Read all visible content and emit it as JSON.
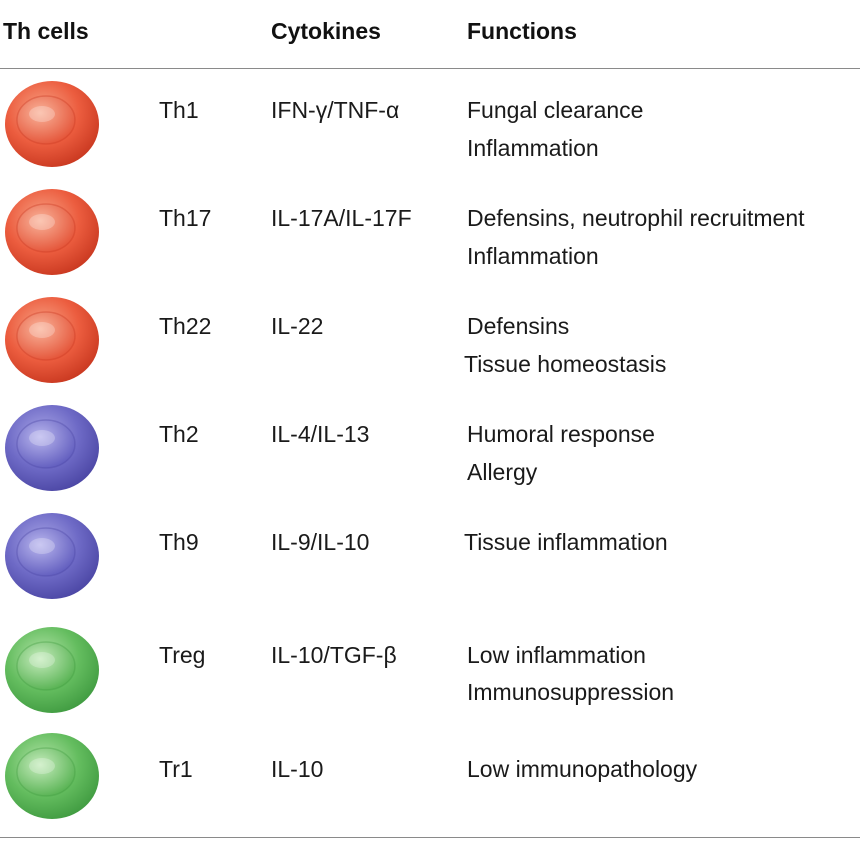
{
  "header": {
    "th_cells": "Th cells",
    "cytokines": "Cytokines",
    "functions": "Functions"
  },
  "colors": {
    "red": "#e8553a",
    "purple": "#6a66c0",
    "green": "#5cb85c"
  },
  "rows": [
    {
      "name": "Th1",
      "cytokines": "IFN-γ/TNF-α",
      "functions": [
        "Fungal clearance",
        "Inflammation"
      ],
      "color": "red"
    },
    {
      "name": "Th17",
      "cytokines": "IL-17A/IL-17F",
      "functions": [
        "Defensins, neutrophil recruitment",
        "Inflammation"
      ],
      "color": "red"
    },
    {
      "name": "Th22",
      "cytokines": "IL-22",
      "functions": [
        "Defensins",
        "Tissue homeostasis"
      ],
      "color": "red"
    },
    {
      "name": "Th2",
      "cytokines": "IL-4/IL-13",
      "functions": [
        "Humoral response",
        "Allergy"
      ],
      "color": "purple"
    },
    {
      "name": "Th9",
      "cytokines": "IL-9/IL-10",
      "functions": [
        "Tissue inflammation"
      ],
      "color": "purple"
    },
    {
      "name": "Treg",
      "cytokines": "IL-10/TGF-β",
      "functions": [
        "Low inflammation",
        "Immunosuppression"
      ],
      "color": "green"
    },
    {
      "name": "Tr1",
      "cytokines": "IL-10",
      "functions": [
        "Low immunopathology"
      ],
      "color": "green"
    }
  ]
}
